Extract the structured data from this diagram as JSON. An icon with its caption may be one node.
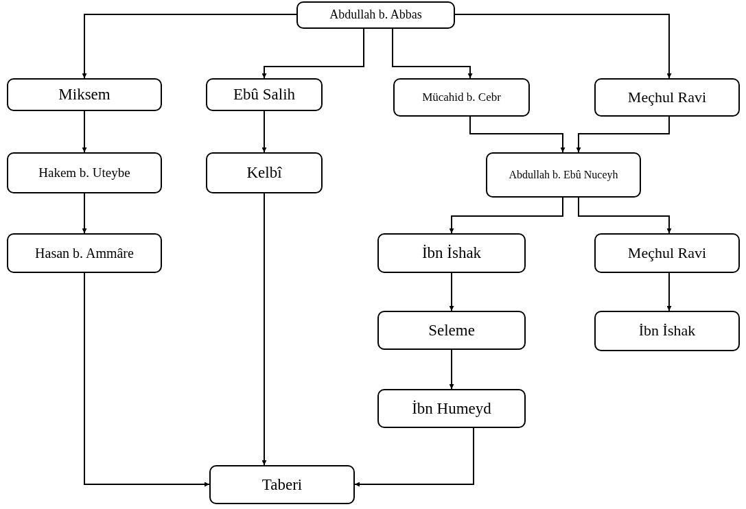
{
  "diagram": {
    "nodes": [
      {
        "text": [
          "Abdullah b. Abbas"
        ]
      },
      {
        "text": [
          "Miksem"
        ]
      },
      {
        "text": [
          "Ebû Salih"
        ]
      },
      {
        "text": [
          "Mücahid b. Cebr"
        ]
      },
      {
        "text": [
          "Meçhul Ravi"
        ]
      },
      {
        "text": [
          "Hakem b. Uteybe"
        ]
      },
      {
        "text": [
          "Kelbî"
        ]
      },
      {
        "text": [
          "Abdullah b. Ebû Nuceyh"
        ]
      },
      {
        "text": [
          "Hasan b. Ammâre"
        ]
      },
      {
        "text": [
          "İbn İshak"
        ]
      },
      {
        "text": [
          "Meçhul Ravi"
        ]
      },
      {
        "text": [
          "Seleme"
        ]
      },
      {
        "text": [
          "İbn İshak"
        ]
      },
      {
        "text": [
          "İbn Humeyd"
        ]
      },
      {
        "text": [
          "Taberi"
        ]
      }
    ],
    "edges": [
      {
        "from": 0,
        "to": 1,
        "arrow": "to"
      },
      {
        "from": 0,
        "to": 2,
        "arrow": "to"
      },
      {
        "from": 0,
        "to": 3,
        "arrow": "to"
      },
      {
        "from": 0,
        "to": 4,
        "arrow": "to"
      },
      {
        "from": 1,
        "to": 5,
        "arrow": "to"
      },
      {
        "from": 2,
        "to": 6,
        "arrow": "to"
      },
      {
        "from": 5,
        "to": 8,
        "arrow": "to"
      },
      {
        "from": 3,
        "to": 7,
        "arrow": "to"
      },
      {
        "from": 4,
        "to": 7,
        "arrow": "to"
      },
      {
        "from": 7,
        "to": 9,
        "arrow": "to"
      },
      {
        "from": 7,
        "to": 10,
        "arrow": "to"
      },
      {
        "from": 9,
        "to": 11,
        "arrow": "to"
      },
      {
        "from": 11,
        "to": 13,
        "arrow": "to"
      },
      {
        "from": 10,
        "to": 12,
        "arrow": "to"
      },
      {
        "from": 8,
        "to": 14,
        "arrow": "to"
      },
      {
        "from": 6,
        "to": 14,
        "arrow": "to"
      },
      {
        "from": 13,
        "to": 14,
        "arrow": "to"
      }
    ]
  }
}
